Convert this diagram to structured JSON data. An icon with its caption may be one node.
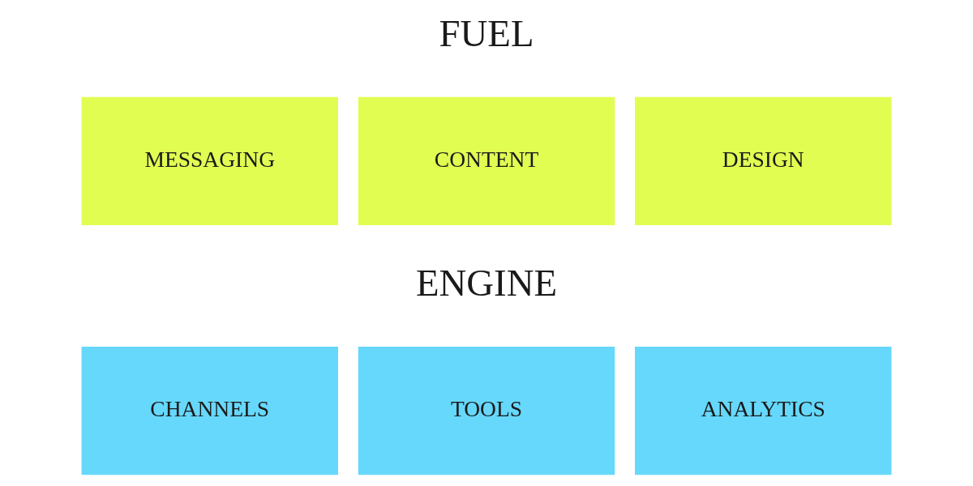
{
  "diagram": {
    "nodes": [
      {
        "text": [
          "MESSAGING"
        ]
      },
      {
        "text": [
          "CONTENT"
        ]
      },
      {
        "text": [
          "DESIGN"
        ]
      },
      {
        "text": [
          "CHANNELS"
        ]
      },
      {
        "text": [
          "TOOLS"
        ]
      },
      {
        "text": [
          "ANALYTICS"
        ]
      }
    ],
    "edges": [],
    "labels": [
      "FUEL",
      "ENGINE"
    ]
  }
}
